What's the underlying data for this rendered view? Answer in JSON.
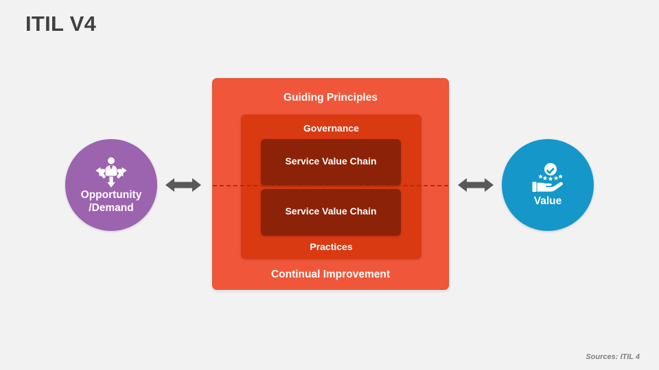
{
  "slide": {
    "title": "ITIL V4",
    "background_color": "#f2f2f2",
    "footer": "Sources: ITIL 4"
  },
  "left_circle": {
    "label_line1": "Opportunity",
    "label_line2": "/Demand",
    "color": "#9c63ae",
    "icon": "person-radiating-arrows-icon"
  },
  "right_circle": {
    "label": "Value",
    "color": "#1597c9",
    "icon": "hand-stars-check-icon"
  },
  "arrows": {
    "left": "double-headed-arrow-left",
    "right": "double-headed-arrow-right",
    "color": "#595959"
  },
  "system": {
    "outer": {
      "color": "#f0573a",
      "top_label": "Guiding Principles",
      "bottom_label": "Continual Improvement"
    },
    "middle": {
      "color": "#d93a12",
      "top_label": "Governance",
      "bottom_label": "Practices"
    },
    "inner_top": {
      "color": "#8c2309",
      "label": "Service Value Chain"
    },
    "inner_bottom": {
      "color": "#8c2309",
      "label": "Service Value Chain"
    },
    "divider_color": "#b02c0d"
  }
}
